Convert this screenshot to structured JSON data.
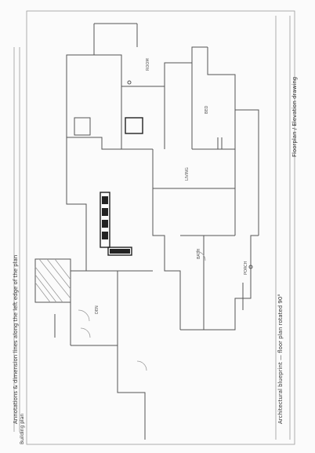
{
  "sheet": {
    "title_block_top": "Floorplan / Elevation drawing",
    "right_margin_note": "Architectural blueprint — floor plan rotated 90°",
    "left_margin_note": "Annotations & dimension lines along the left edge of the plan",
    "bottom_margin_note": "Building plan",
    "colors": {
      "paper": "#fbfbfb",
      "ink": "#555555",
      "dark_ink": "#222222"
    }
  }
}
